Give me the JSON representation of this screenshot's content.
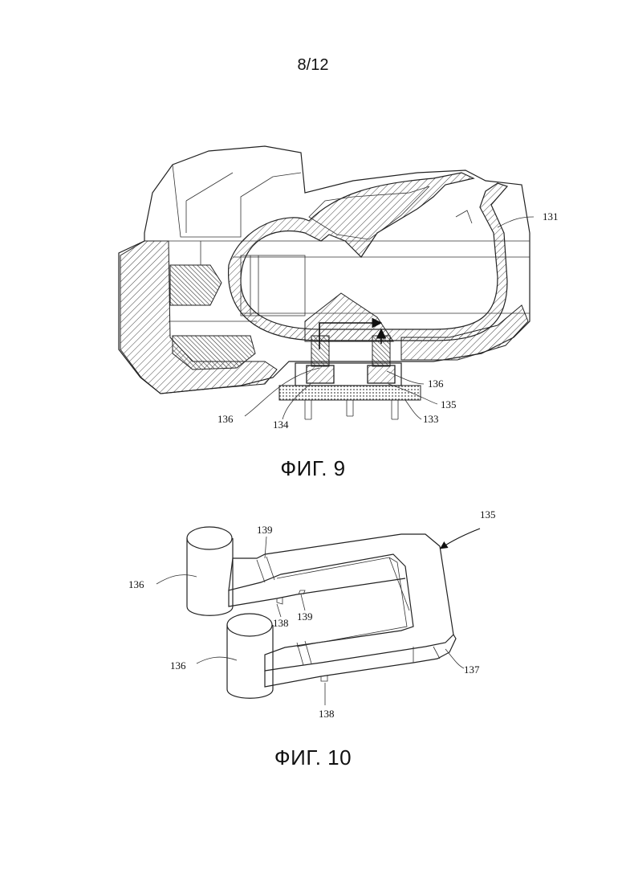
{
  "page": {
    "sheet_number": "8/12"
  },
  "figure9": {
    "caption": "ФИГ. 9",
    "labels": {
      "l131": "131",
      "l136a": "136",
      "l136b": "136",
      "l135": "135",
      "l134": "134",
      "l133": "133"
    }
  },
  "figure10": {
    "caption": "ФИГ. 10",
    "labels": {
      "l135": "135",
      "l139a": "139",
      "l139b": "139",
      "l136a": "136",
      "l136b": "136",
      "l138a": "138",
      "l138b": "138",
      "l137": "137"
    }
  }
}
